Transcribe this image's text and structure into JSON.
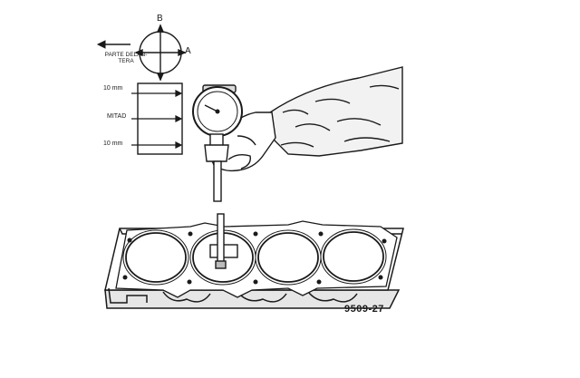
{
  "labels": {
    "b": "B",
    "a": "A",
    "front": "PARTE DELAN- TERA",
    "ten_mm_top": "10 mm",
    "middle": "MITAD",
    "ten_mm_bottom": "10 mm",
    "figure_code": "9509-27"
  },
  "colors": {
    "ink": "#1a1a1a",
    "paper": "#ffffff",
    "shade": "#d9d9d9"
  }
}
